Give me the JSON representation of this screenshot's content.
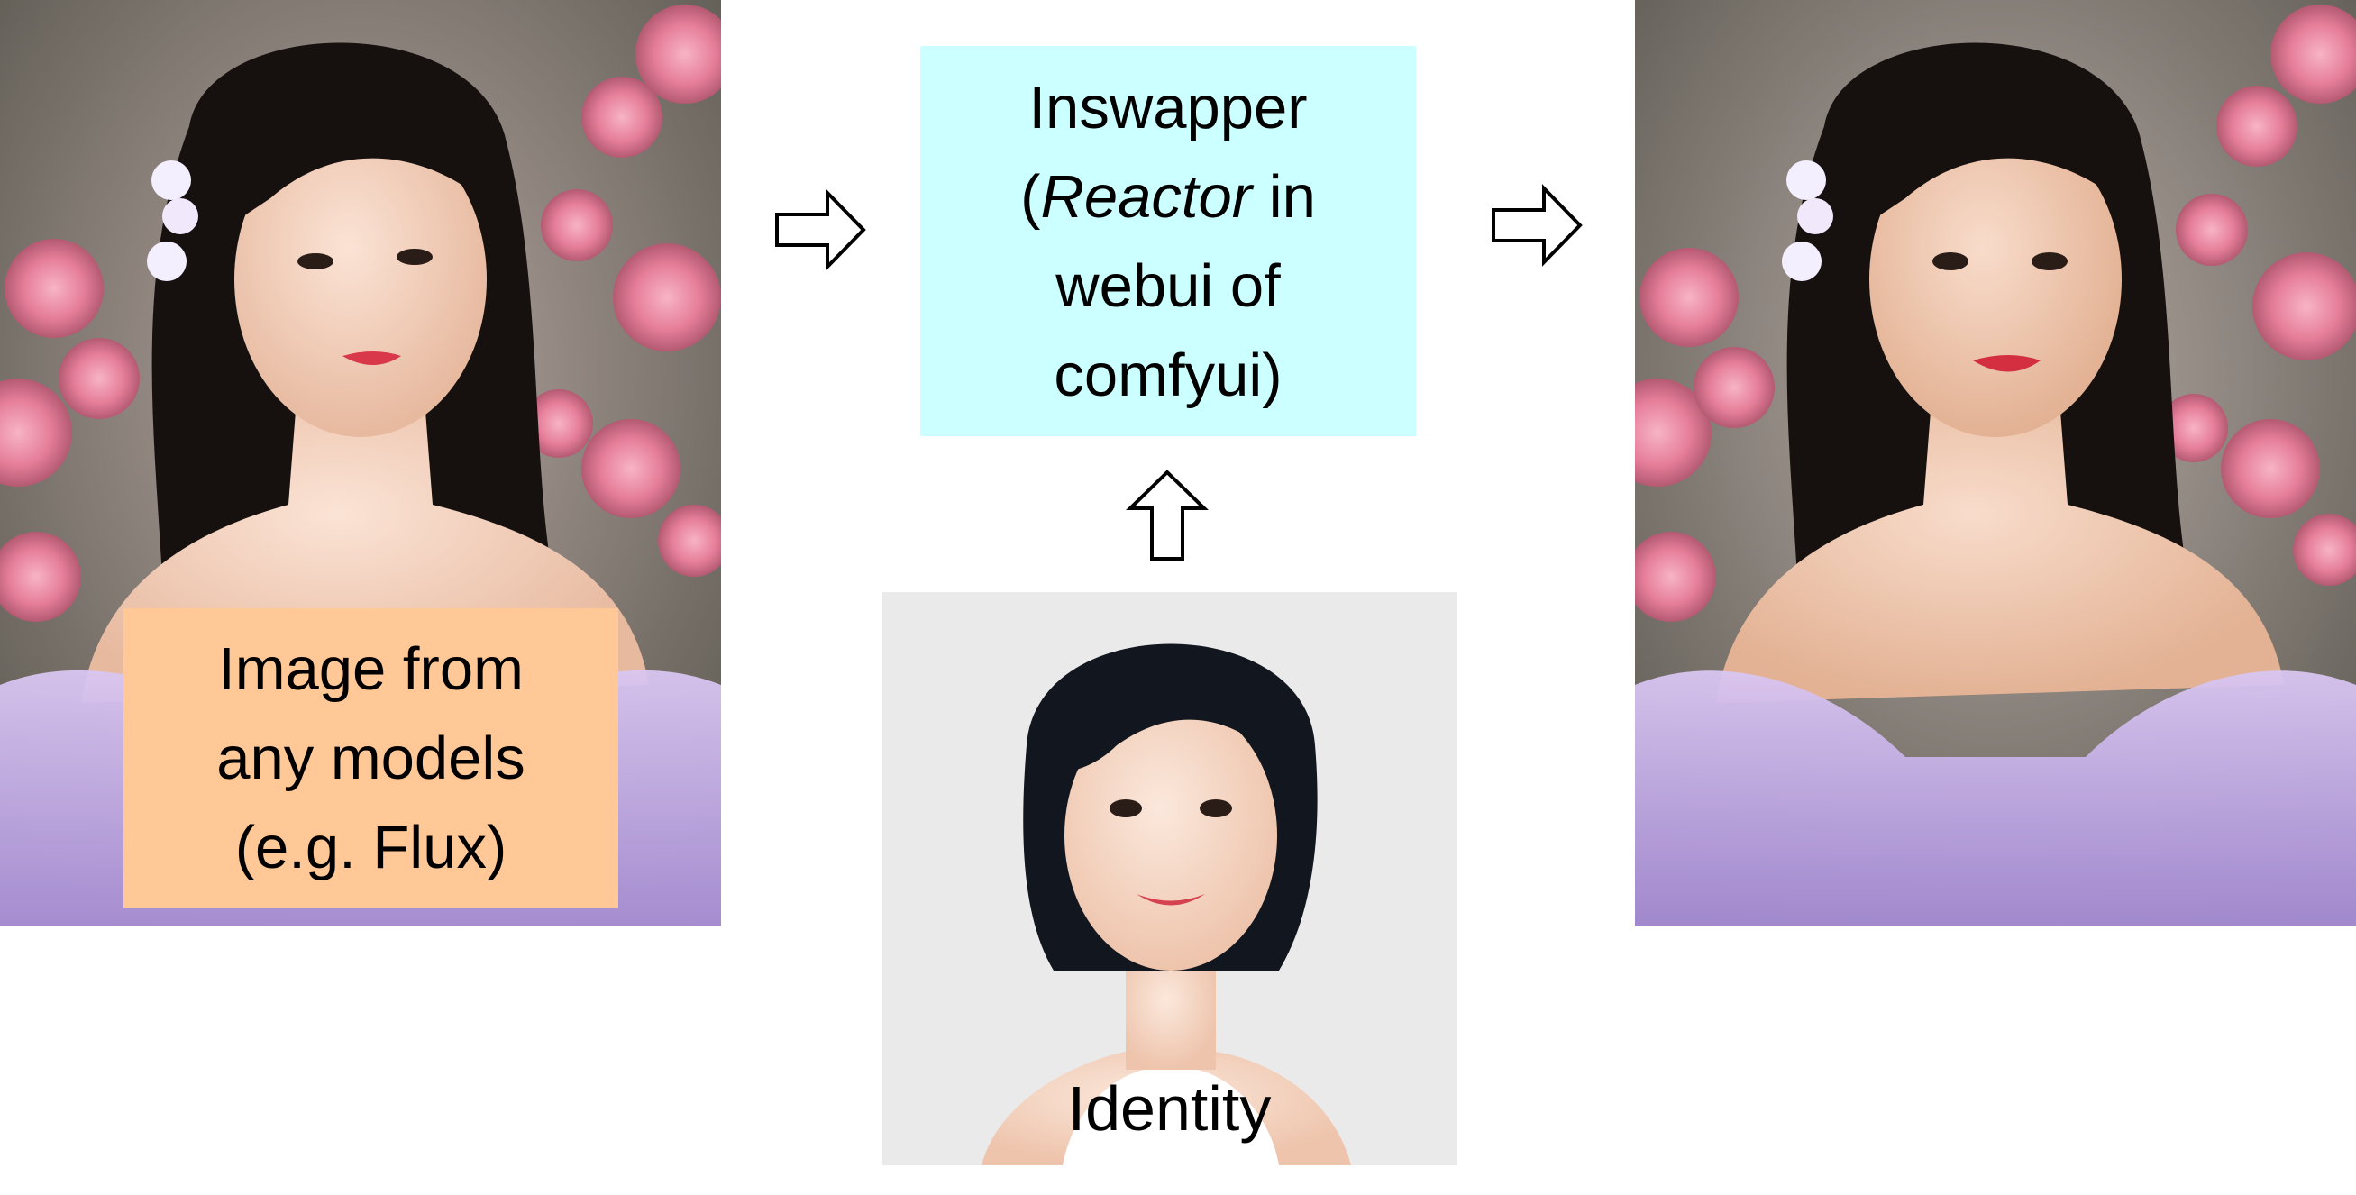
{
  "source_panel": {
    "label_lines": [
      "Image from",
      "any models",
      "(e.g. Flux)"
    ],
    "label_color": "#ffc896"
  },
  "inswapper_panel": {
    "line1": "Inswapper",
    "line2_open": "(",
    "line2_italic": "Reactor",
    "line2_rest": " in",
    "line3": "webui of",
    "line4": "comfyui)",
    "box_color": "#ccffff"
  },
  "identity_panel": {
    "label": "Identity"
  },
  "icons": {
    "arrow_right": "arrow-right-outline",
    "arrow_up": "arrow-up-outline"
  }
}
